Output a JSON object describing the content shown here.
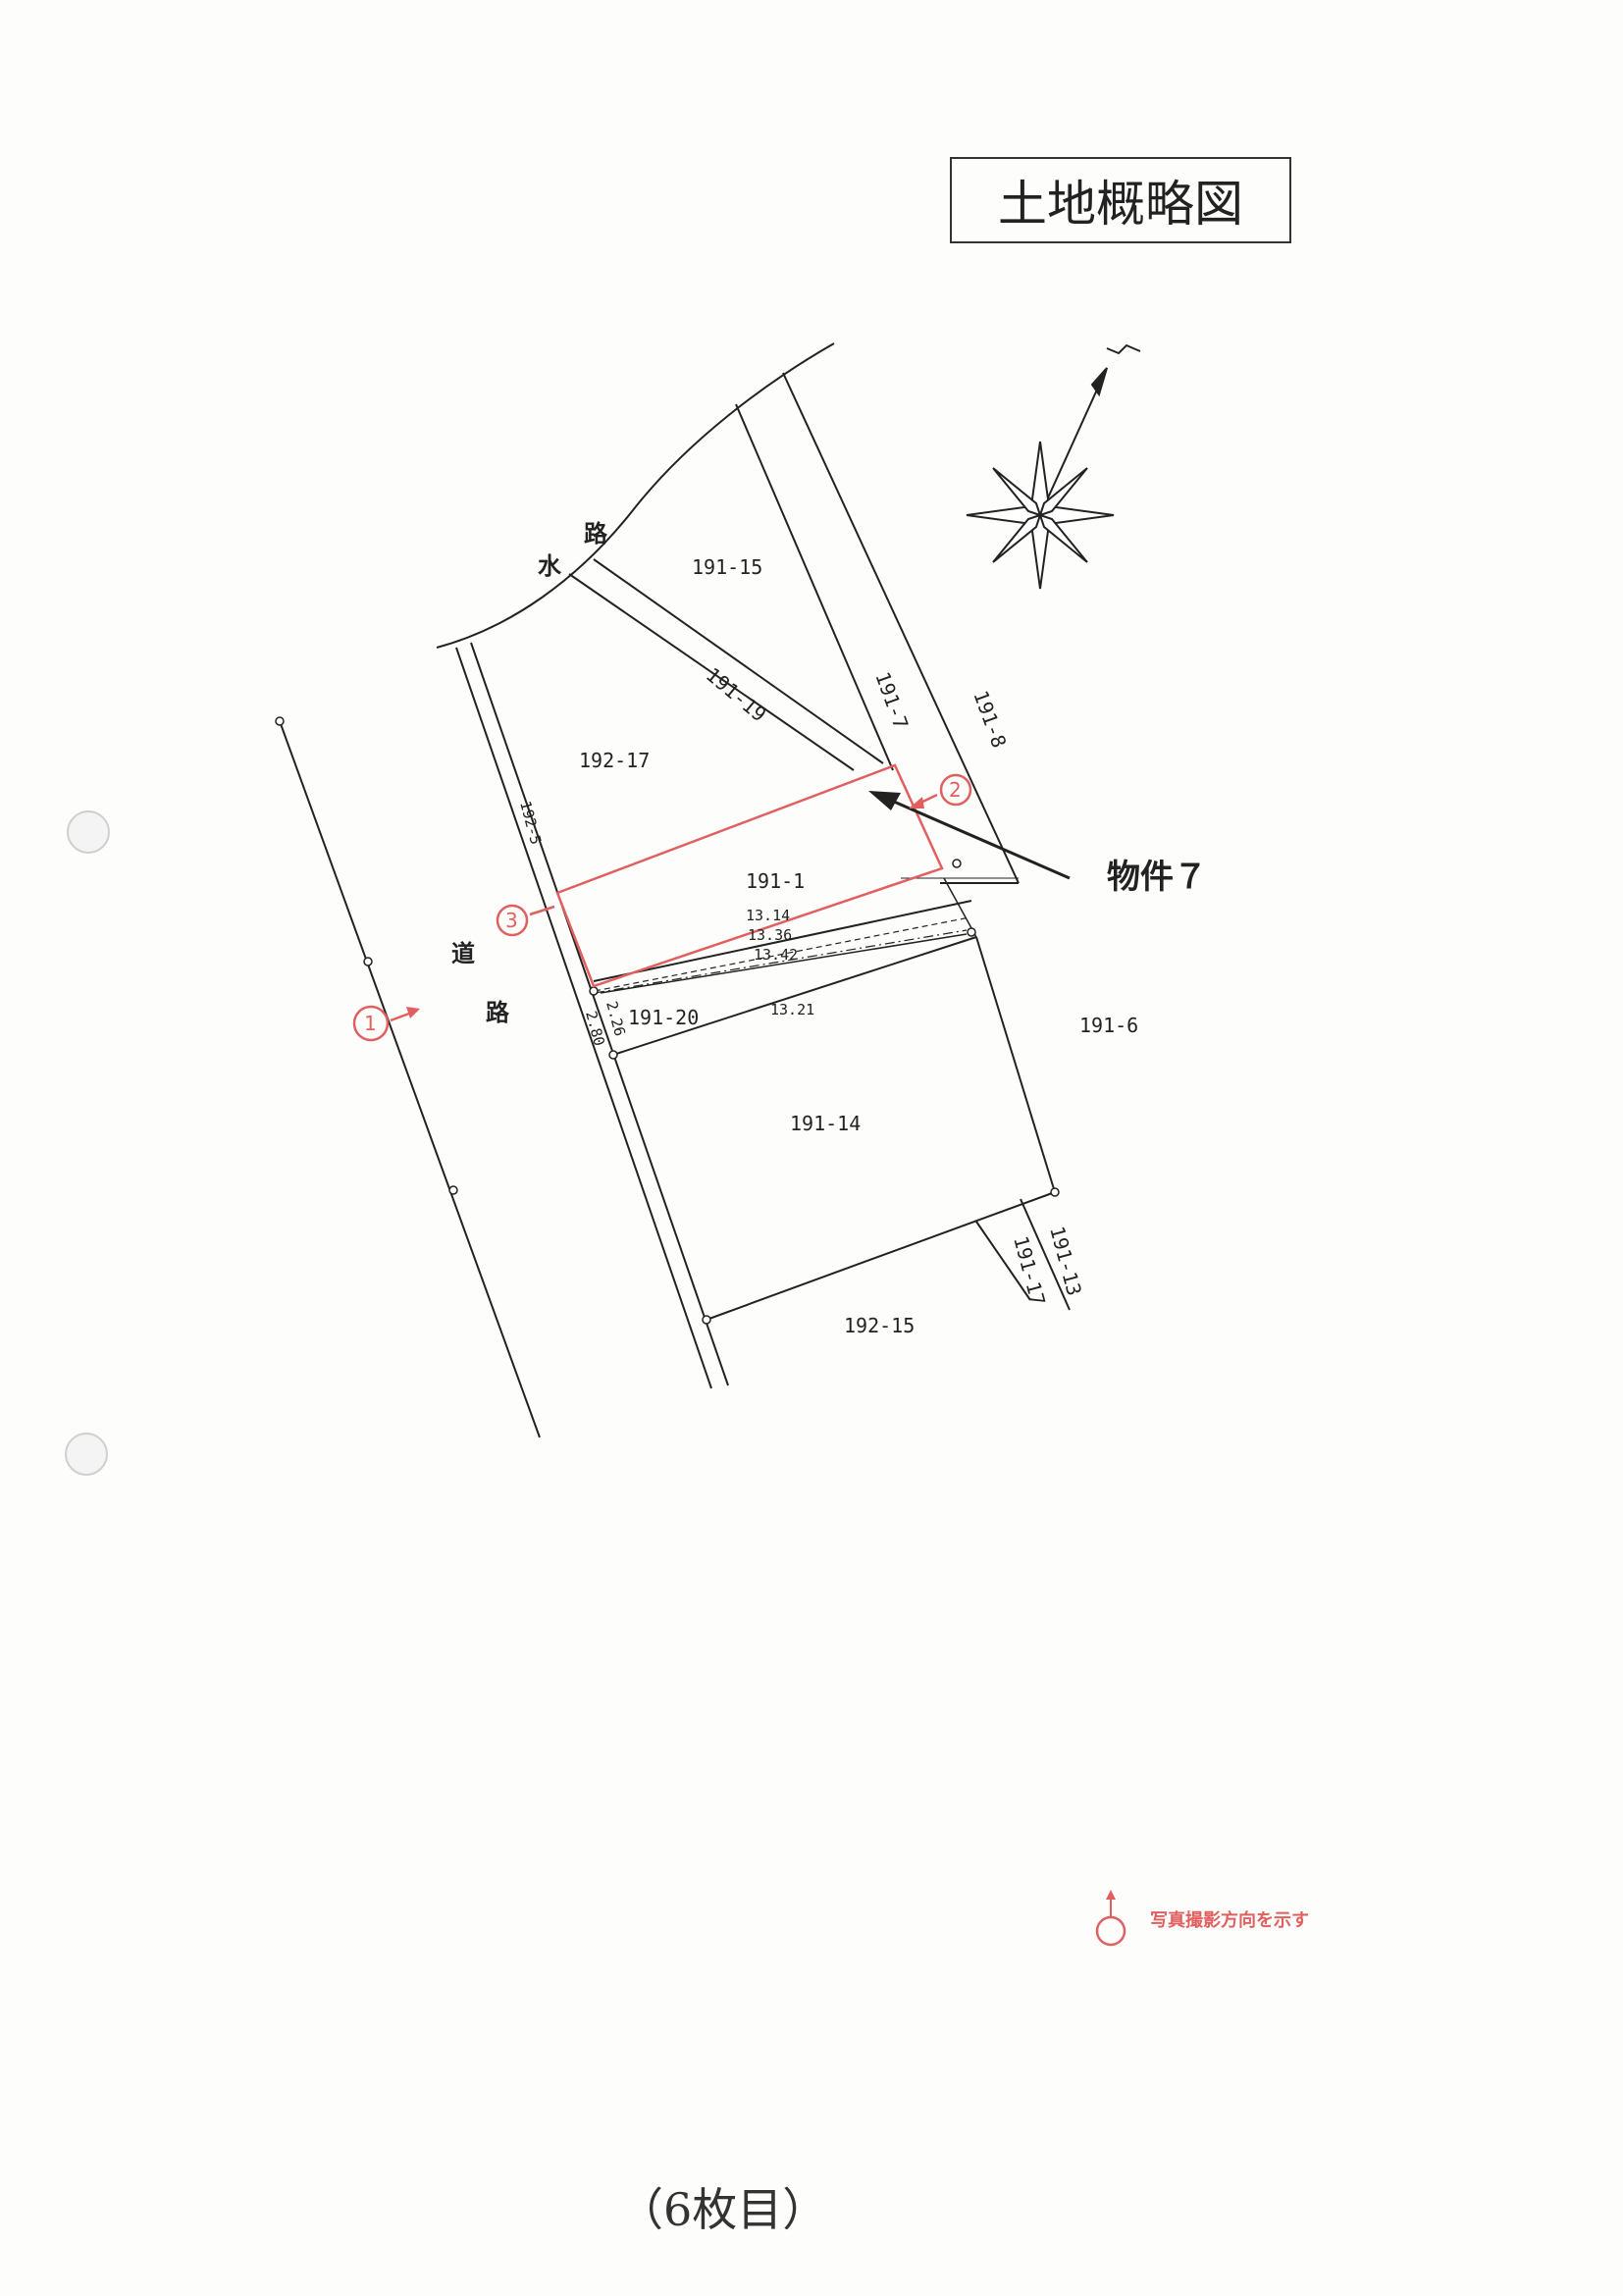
{
  "title": "土地概略図",
  "property_label": "物件７",
  "page_number": "（6枚目）",
  "roads": {
    "waterway": [
      "水",
      "路"
    ],
    "road": [
      "道",
      "路"
    ]
  },
  "parcels": {
    "p191_15": "191-15",
    "p191_19": "191-19",
    "p191_7": "191-7",
    "p191_8": "191-8",
    "p192_17": "192-17",
    "p192_5": "192-5",
    "p191_1": "191-1",
    "p191_20": "191-20",
    "p191_6": "191-6",
    "p191_14": "191-14",
    "p192_15": "192-15",
    "p191_17": "191-17",
    "p191_13": "191-13"
  },
  "measurements": {
    "m1": "13.14",
    "m2": "13.36",
    "m3": "13.42",
    "m4": "13.21",
    "m5": "2.26",
    "m6": "2.80"
  },
  "photo_markers": {
    "one": "1",
    "two": "2",
    "three": "3"
  },
  "legend": {
    "text": "写真撮影方向を示す"
  },
  "colors": {
    "outline": "#e06060",
    "ink": "#222222"
  }
}
